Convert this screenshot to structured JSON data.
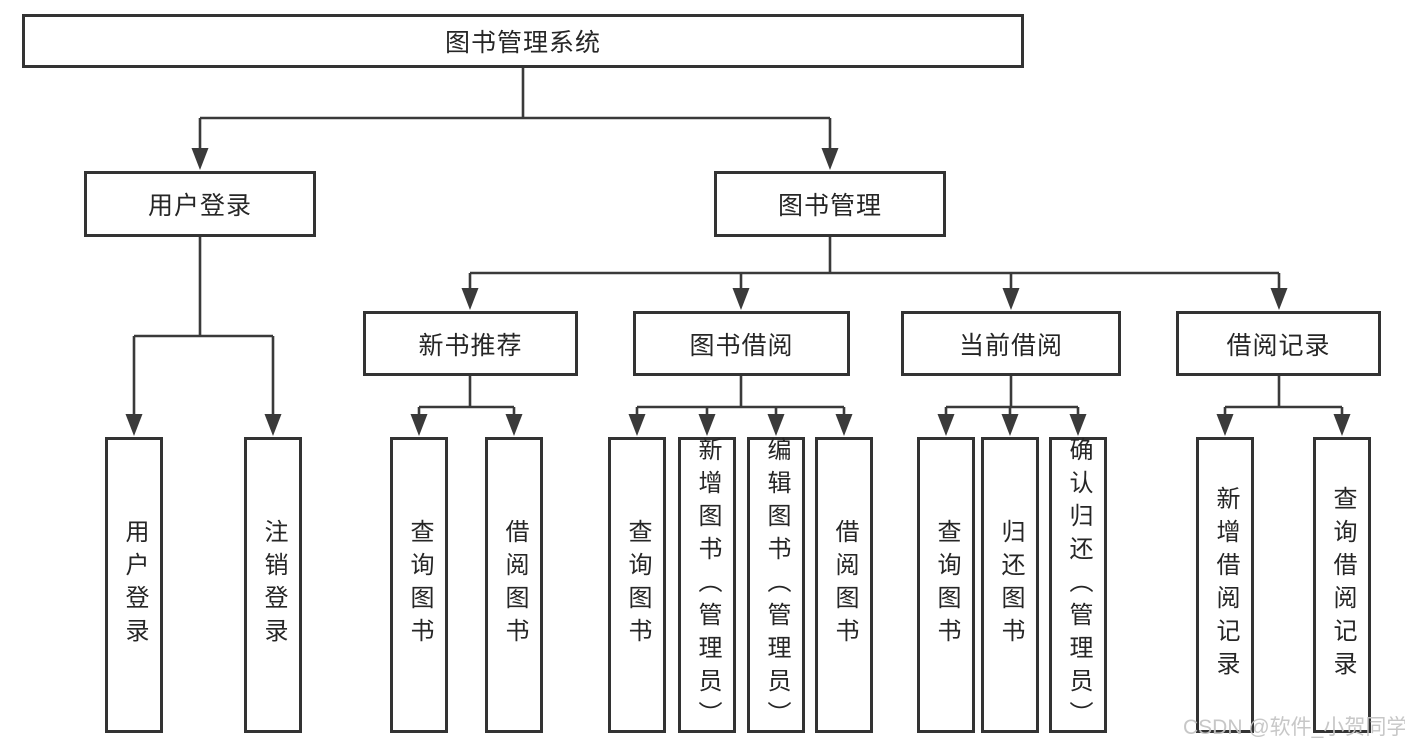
{
  "diagram": {
    "root": {
      "label": "图书管理系统"
    },
    "branches": [
      {
        "label": "用户登录",
        "children": [
          {
            "label": "用户登录"
          },
          {
            "label": "注销登录"
          }
        ]
      },
      {
        "label": "图书管理",
        "children": [
          {
            "label": "新书推荐",
            "children": [
              {
                "label": "查询图书"
              },
              {
                "label": "借阅图书"
              }
            ]
          },
          {
            "label": "图书借阅",
            "children": [
              {
                "label": "查询图书"
              },
              {
                "label": "新增图书（管理员）"
              },
              {
                "label": "编辑图书（管理员）"
              },
              {
                "label": "借阅图书"
              }
            ]
          },
          {
            "label": "当前借阅",
            "children": [
              {
                "label": "查询图书"
              },
              {
                "label": "归还图书"
              },
              {
                "label": "确认归还（管理员）"
              }
            ]
          },
          {
            "label": "借阅记录",
            "children": [
              {
                "label": "新增借阅记录"
              },
              {
                "label": "查询借阅记录"
              }
            ]
          }
        ]
      }
    ]
  },
  "watermark": {
    "text": "CSDN @软件_小贺同学"
  },
  "colors": {
    "background": "#ffffff",
    "box_border": "#333333",
    "connector_line": "#3a3a3a",
    "text": "#262626",
    "watermark": "#c4c4c4"
  }
}
